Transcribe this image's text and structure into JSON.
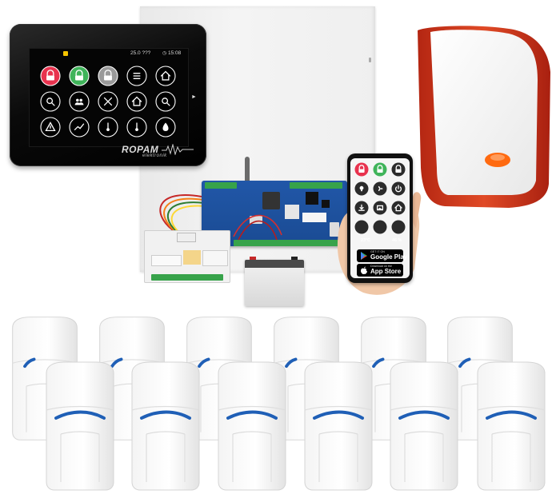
{
  "keypad": {
    "brand": "ROPAM",
    "brand_sub": "elektronik",
    "status": {
      "temperature": "25.0 ???",
      "clock": "15:08"
    },
    "icons": [
      "lock-red-icon",
      "lock-green-icon",
      "lock-gray-icon",
      "event-log-icon",
      "home-icon",
      "zoom-in-icon",
      "users-icon",
      "tools-icon",
      "house-settings-icon",
      "search-icon",
      "warning-icon",
      "ai-chart-icon",
      "thermometer-icon",
      "drop-thermometer-icon",
      "humidity-icon"
    ]
  },
  "phone": {
    "app_icons": [
      "lock-red-icon",
      "lock-green-icon",
      "lock-dark-icon",
      "bulb-icon",
      "fan-icon",
      "power-icon",
      "download-icon",
      "image-icon",
      "door-icon",
      "temperature-icon",
      "humidity-drop-icon",
      "humidity-percent-icon"
    ],
    "temperature": "23°C",
    "humidity": "46 %",
    "google_play": {
      "small": "GET IT ON",
      "big": "Google Play"
    },
    "app_store": {
      "small": "Download on the",
      "big": "App Store"
    }
  },
  "colors": {
    "siren_red": "#d23a1e",
    "siren_lamp": "#ff6a10",
    "board_blue": "#1f55a3",
    "terminal_green": "#37a34a",
    "detector_lens_blue": "#1f5fb6",
    "lock_red": "#e8324e",
    "lock_green": "#3fb45a"
  },
  "detectors": {
    "count": 12
  }
}
